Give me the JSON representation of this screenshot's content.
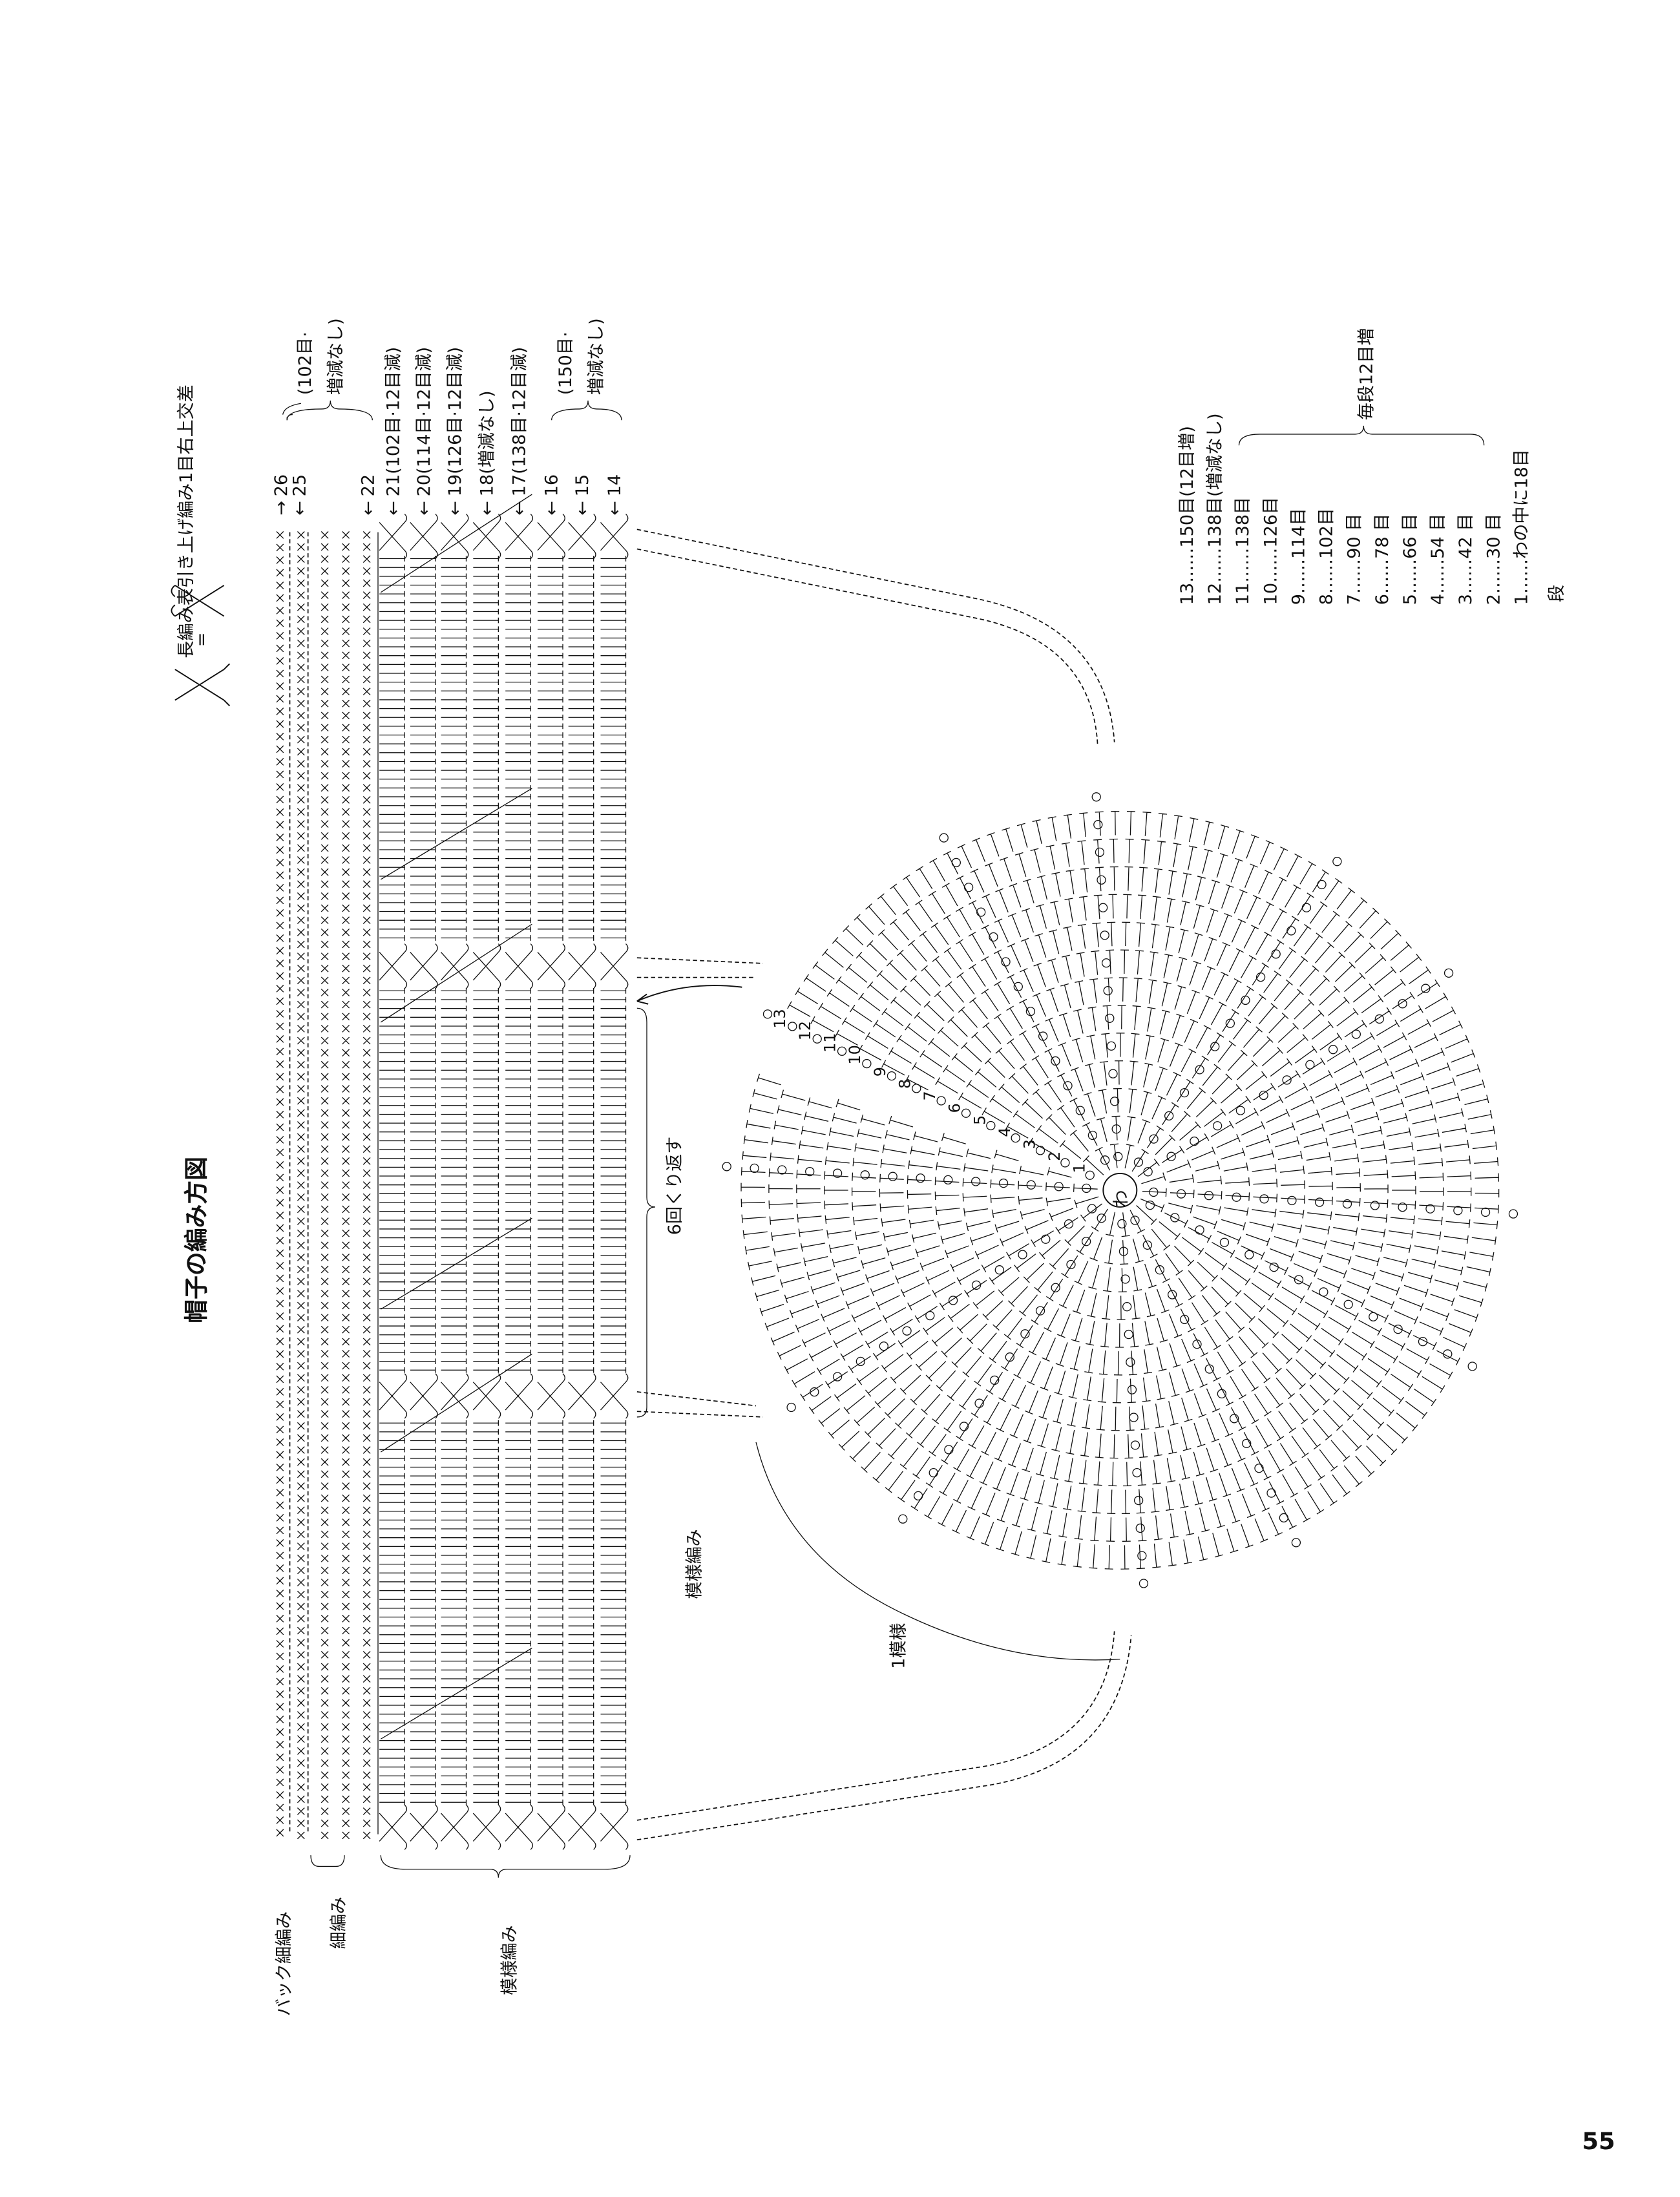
{
  "title": "帽子の編み方図",
  "page_number": "55",
  "symbol_legend": {
    "equals": "=",
    "description": "長編み表引き上げ編み1目右上交差"
  },
  "row_labels": [
    {
      "row": "26",
      "arrow": "→",
      "note": ""
    },
    {
      "row": "25",
      "arrow": "←",
      "note": ""
    },
    {
      "row": "22",
      "arrow": "←",
      "note": ""
    },
    {
      "row": "21",
      "arrow": "←",
      "note": "(102目·12目減)"
    },
    {
      "row": "20",
      "arrow": "←",
      "note": "(114目·12目減)"
    },
    {
      "row": "19",
      "arrow": "←",
      "note": "(126目·12目減)"
    },
    {
      "row": "18",
      "arrow": "←",
      "note": "(増減なし)"
    },
    {
      "row": "17",
      "arrow": "←",
      "note": "(138目·12目減)"
    },
    {
      "row": "16",
      "arrow": "←",
      "note": ""
    },
    {
      "row": "15",
      "arrow": "←",
      "note": ""
    },
    {
      "row": "14",
      "arrow": "←",
      "note": ""
    }
  ],
  "group_notes": [
    {
      "line1": "(102目·",
      "line2": "増減なし)"
    },
    {
      "line1": "(150目·",
      "line2": "増減なし)"
    }
  ],
  "section_labels": {
    "back_sc": "バック細編み",
    "sc": "細編み",
    "pattern": "模様編み"
  },
  "repeat_label": "6回くり返す",
  "pattern_label": "模様編み",
  "one_pattern_label": "1模様",
  "center_label": "わ",
  "round_numbers": [
    "1",
    "2",
    "3",
    "4",
    "5",
    "6",
    "7",
    "8",
    "9",
    "10",
    "11",
    "12",
    "13"
  ],
  "stitch_counts": {
    "items": [
      {
        "round": "13",
        "count": "150目",
        "note": "(12目増)"
      },
      {
        "round": "12",
        "count": "138目",
        "note": "(増減なし)"
      },
      {
        "round": "11",
        "count": "138目",
        "note": ""
      },
      {
        "round": "10",
        "count": "126目",
        "note": ""
      },
      {
        "round": "9",
        "count": "114目",
        "note": ""
      },
      {
        "round": "8",
        "count": "102目",
        "note": ""
      },
      {
        "round": "7",
        "count": "90 目",
        "note": ""
      },
      {
        "round": "6",
        "count": "78 目",
        "note": ""
      },
      {
        "round": "5",
        "count": "66 目",
        "note": ""
      },
      {
        "round": "4",
        "count": "54 目",
        "note": ""
      },
      {
        "round": "3",
        "count": "42 目",
        "note": ""
      },
      {
        "round": "2",
        "count": "30 目",
        "note": ""
      },
      {
        "round": "1",
        "count": "わの中に18目",
        "note": ""
      }
    ],
    "dots": "……",
    "group_note": "毎段12目増",
    "footer": "段"
  }
}
